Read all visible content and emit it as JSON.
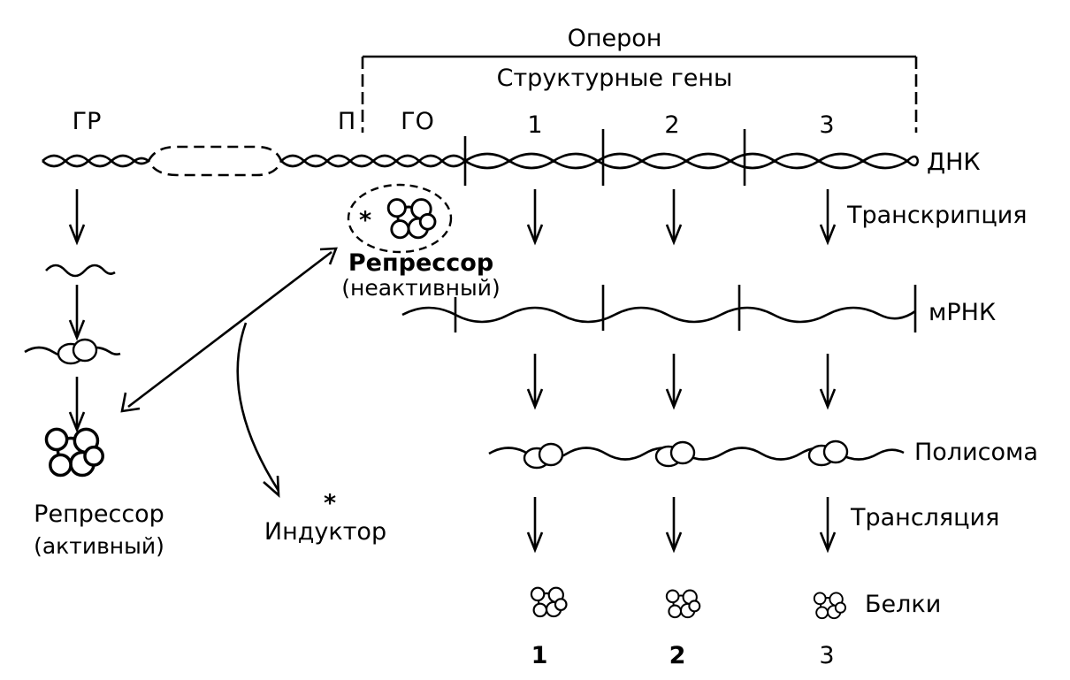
{
  "labels": {
    "operon": "Оперон",
    "structural_genes": "Структурные гены",
    "gr": "ГР",
    "p": "П",
    "go": "ГО",
    "gene1": "1",
    "gene2": "2",
    "gene3": "3",
    "dna": "ДНК",
    "transcription": "Транскрипция",
    "mrna": "мРНК",
    "repressor_inactive": "Репрессор",
    "inactive": "(неактивный)",
    "polysome": "Полисома",
    "translation": "Трансляция",
    "proteins": "Белки",
    "protein1": "1",
    "protein2": "2",
    "protein3": "3",
    "repressor_active": "Репрессор",
    "active": "(активный)",
    "inducer": "Индуктор",
    "star": "*"
  }
}
